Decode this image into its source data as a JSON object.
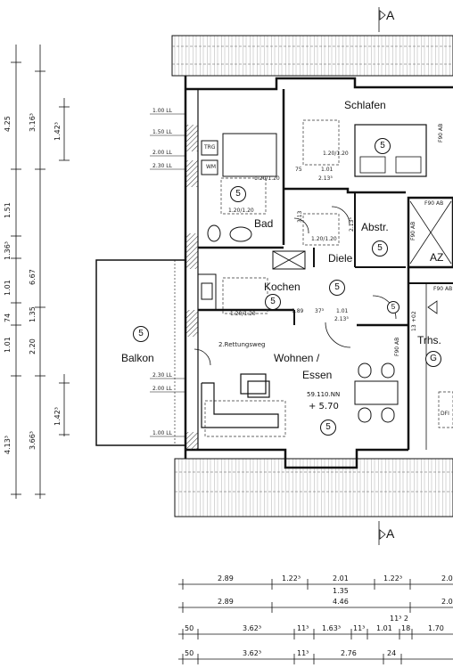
{
  "rooms": {
    "schlafen": "Schlafen",
    "bad": "Bad",
    "abstr": "Abstr.",
    "diele": "Diele",
    "kochen": "Kochen",
    "wohnen": "Wohnen /",
    "essen": "Essen",
    "balkon": "Balkon",
    "trhs": "Trhs.",
    "az": "AZ"
  },
  "circles": {
    "schlafen": "5",
    "bad": "5",
    "abstr": "5",
    "diele": "5",
    "kochen": "5",
    "wohnen": "5",
    "balkon": "5",
    "trhs": "G",
    "trhs_small": "5"
  },
  "fire_labels": {
    "schlafen": "F90 AB",
    "az_top": "F90 AB",
    "az_side": "F90 AB",
    "essen": "F90 AB",
    "trhs_top": "F90 AB"
  },
  "fixtures": {
    "trg": "TRG",
    "wm": "WM",
    "dfi": "DFI"
  },
  "window_labels": {
    "schlafen": "1.20/1.20",
    "bad_top": "1.20/1.20",
    "bad": "1.20/1.20",
    "diele": "1.20/1.20",
    "kochen": "1.20/1.20"
  },
  "opening_labels": {
    "schlafen_door_a": "75",
    "schlafen_door_b": "1.01",
    "schlafen_door_c": "2.13³",
    "bad_door": "3.13",
    "abstr_door": "2.13³",
    "kochen_a": "1.89",
    "kochen_b": "37³",
    "kochen_c": "1.01",
    "kochen_d": "2.13³"
  },
  "wohnen_area": {
    "code": "59.110.NN",
    "level": "+ 5.70"
  },
  "rettungsweg": "2.Rettungsweg",
  "section_marks": [
    "A",
    "A"
  ],
  "left_dims": {
    "d1": "4.25",
    "d2": "1.51",
    "d3": "1.36³",
    "d4": "1.01",
    "d5": "74",
    "d6": "1.01",
    "d7": "4.13³",
    "e1": "3.16³",
    "e2": "6.67",
    "e3": "1.35",
    "e4": "2.20",
    "e5": "3.66³",
    "f1": "1.42³",
    "f2": "1.42³"
  },
  "level_marks": [
    "1.00 LL",
    "1.50 LL",
    "2.00 LL",
    "2.30 LL",
    "2.30 LL",
    "2.00 LL",
    "1.00 LL"
  ],
  "bottom_dims": {
    "row1": [
      "2.89",
      "1.22³",
      "2.01",
      "1.22³",
      "2.0"
    ],
    "row1_sub": "1.35",
    "row2": [
      "2.89",
      "4.46",
      "2.0"
    ],
    "row3_top": "11³ 2",
    "row3": [
      "50",
      "3.62³",
      "11³",
      "1.63³",
      "11³",
      "1.01",
      "18",
      "1.70"
    ],
    "row4": [
      "50",
      "3.62³",
      "11³",
      "2.76",
      "24"
    ]
  },
  "stair": {
    "up_label": "+02",
    "rise_label": "13"
  }
}
